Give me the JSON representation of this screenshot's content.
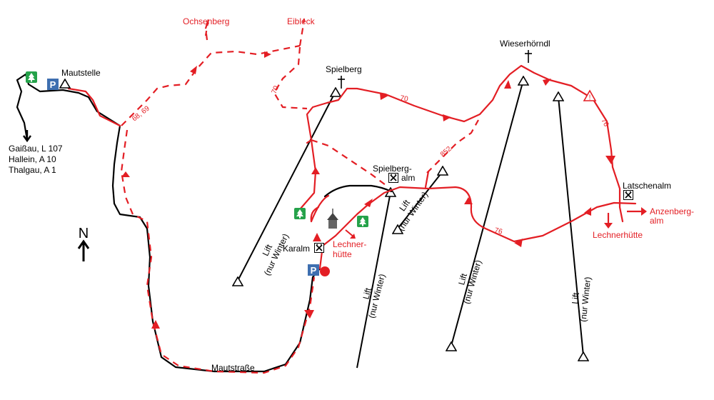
{
  "places": {
    "mautstelle": "Mautstelle",
    "spielberg": "Spielberg",
    "wieserhoerndl": "Wieserhörndl",
    "spielbergalm_1": "Spielberg-",
    "spielbergalm_2": "alm",
    "latschenalm": "Latschenalm",
    "karalm": "Karalm",
    "mautstrasse": "Mautstraße"
  },
  "directions": {
    "line1": "Gaißau, L 107",
    "line2": "Hallein, A 10",
    "line3": "Thalgau, A 1"
  },
  "destinations": {
    "ochsenberg": "Ochsenberg",
    "eibleck": "Eibleck",
    "lechnerhuette_1": "Lechner-",
    "lechnerhuette_2": "hütte",
    "lechnerhuette": "Lechnerhütte",
    "anzenbergalm_1": "Anzenberg-",
    "anzenbergalm_2": "alm"
  },
  "routes": {
    "r6869": "68, 69",
    "r70a": "70",
    "r70b": "70",
    "r852": "852",
    "r76a": "76",
    "r76b": "76"
  },
  "lifts": {
    "lift_a_1": "Lift",
    "lift_a_2": "(nur Winter)",
    "lift_b_1": "Lift",
    "lift_b_2": "(nur Winter)",
    "lift_c_1": "Lift",
    "lift_c_2": "(nur Winter)",
    "lift_d_1": "Lift",
    "lift_d_2": "(nur Winter)",
    "lift_e_1": "Lift",
    "lift_e_2": "(nur Winter)"
  },
  "symbols": {
    "parking": "P",
    "warning": "!",
    "north": "N"
  },
  "colors": {
    "trail_red": "#e31e24",
    "road_black": "#000000",
    "parking_blue": "#3e6fb0",
    "tree_green": "#25a24a"
  },
  "icons": [
    "parking-icon",
    "tree-icon",
    "hut-icon",
    "summit-cross-icon",
    "warning-icon",
    "chapel-icon",
    "north-arrow-icon",
    "lift-station-icon"
  ]
}
